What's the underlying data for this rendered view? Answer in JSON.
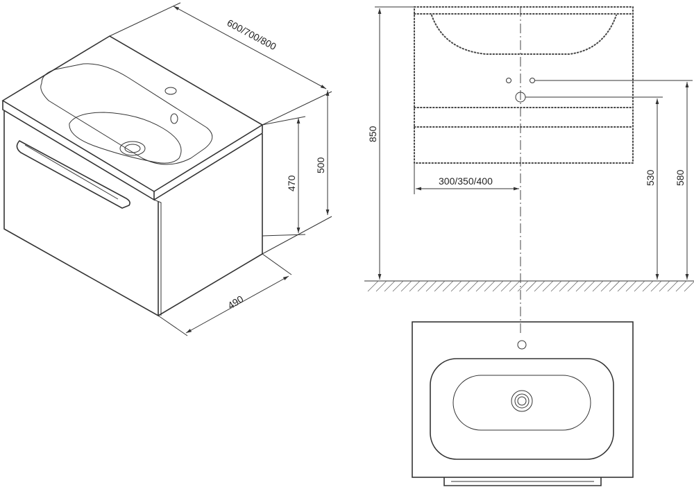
{
  "dimensions": {
    "iso_width": "600/700/800",
    "iso_height_total": "500",
    "iso_height_cabinet": "470",
    "iso_depth": "490",
    "front_height": "850",
    "front_half_width": "300/350/400",
    "front_drain_height": "530",
    "front_inlet_height": "580"
  }
}
